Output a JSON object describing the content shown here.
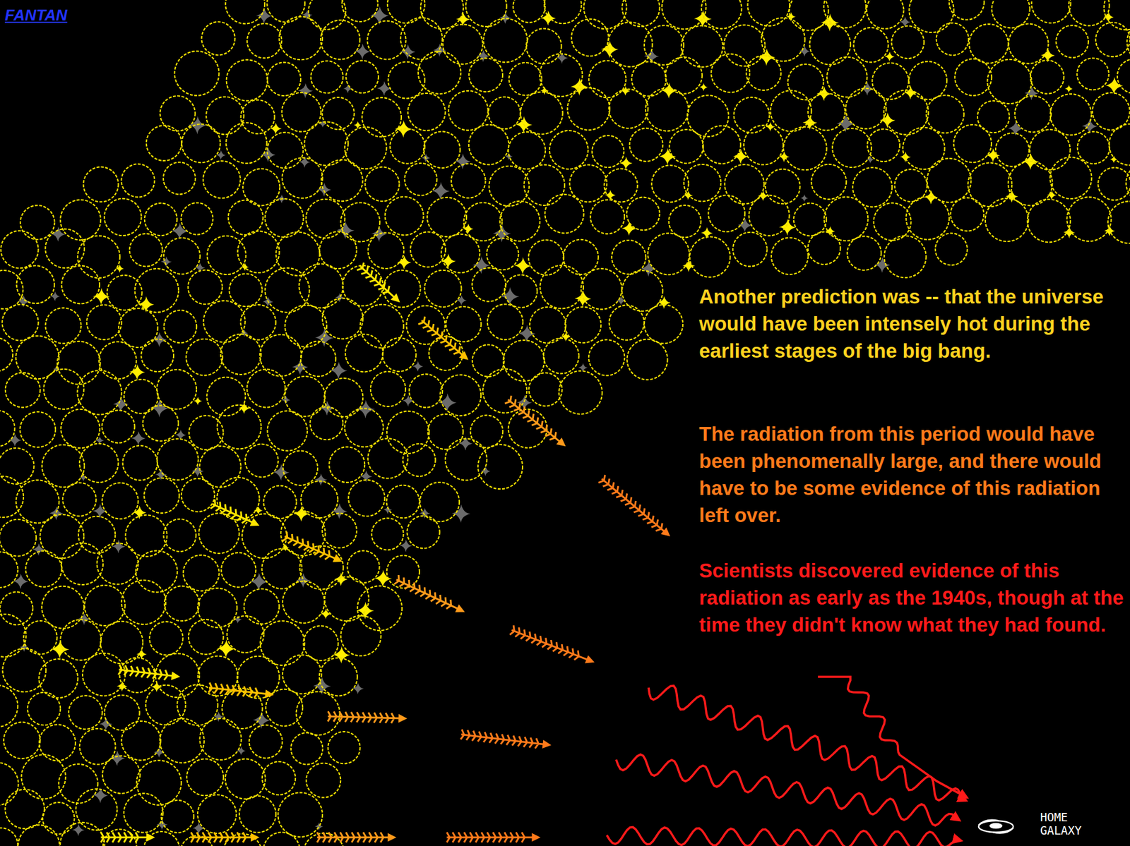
{
  "diagram": {
    "labels": [
      "FANTAN",
      "Another prediction was -- that the universe would have been intensely hot during the earliest stages of the big bang.",
      "The radiation from this period would have been phenomenally large, and there would have to be some evidence of this radiation left over.",
      "Scientists discovered evidence of this radiation as early as the 1940s, though at the time they didn't know what they had found.",
      "HOME GALAXY"
    ]
  }
}
